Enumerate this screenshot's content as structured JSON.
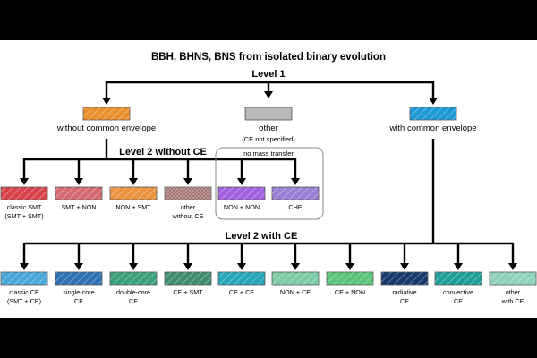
{
  "title": "BBH, BHNS, BNS from isolated binary evolution",
  "level1": "Level 1",
  "level2_without": "Level 2 without CE",
  "level2_with": "Level 2 with CE",
  "no_mass_transfer": "no mass transfer",
  "top": {
    "without": {
      "label": "without common envelope",
      "color": "#e8912e"
    },
    "other": {
      "label": "other",
      "sub": "(CE not specified)",
      "color": "#b8b8b8"
    },
    "with": {
      "label": "with common envelope",
      "color": "#1e9ad6"
    }
  },
  "without_ce": [
    {
      "line1": "classic SMT",
      "line2": "(SMT + SMT)",
      "color": "#d9434c"
    },
    {
      "line1": "SMT + NON",
      "line2": "",
      "color": "#d46a6f"
    },
    {
      "line1": "NON + SMT",
      "line2": "",
      "color": "#eb9440"
    },
    {
      "line1": "other",
      "line2": "without CE",
      "color": "#9e6e6a"
    },
    {
      "line1": "NON + NON",
      "line2": "",
      "color": "#a060e0"
    },
    {
      "line1": "CHE",
      "line2": "",
      "color": "#9a7fd6"
    }
  ],
  "with_ce": [
    {
      "line1": "classic CE",
      "line2": "(SMT + CE)",
      "color": "#4aa7d9"
    },
    {
      "line1": "single-core",
      "line2": "CE",
      "color": "#2f6fb3"
    },
    {
      "line1": "double-core",
      "line2": "CE",
      "color": "#3aa07a"
    },
    {
      "line1": "CE + SMT",
      "line2": "",
      "color": "#3f8f6e"
    },
    {
      "line1": "CE + CE",
      "line2": "",
      "color": "#25a5b8"
    },
    {
      "line1": "NON + CE",
      "line2": "",
      "color": "#7ccaa6"
    },
    {
      "line1": "CE + NON",
      "line2": "",
      "color": "#5cc478"
    },
    {
      "line1": "radiative",
      "line2": "CE",
      "color": "#17386b"
    },
    {
      "line1": "convective",
      "line2": "CE",
      "color": "#1e9e96"
    },
    {
      "line1": "other",
      "line2": "with CE",
      "color": "#8fd1bd"
    }
  ]
}
